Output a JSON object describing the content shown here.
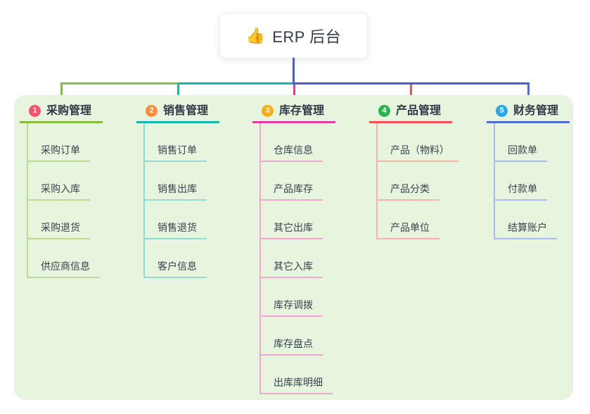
{
  "root": {
    "icon": "👍",
    "label": "ERP 后台"
  },
  "connector_color": "#4a5cd6",
  "panel_color": "#e7f5de",
  "text_colors": {
    "title": "#2f3947",
    "item": "#39424e",
    "root": "#333b48"
  },
  "branches": [
    {
      "number": "1",
      "label": "采购管理",
      "badge_color": "#f4536b",
      "line_color": "#84bd40",
      "child_line_color": "#b9dc92",
      "items": [
        "采购订单",
        "采购入库",
        "采购退货",
        "供应商信息"
      ]
    },
    {
      "number": "2",
      "label": "销售管理",
      "badge_color": "#fb8b3d",
      "line_color": "#17b7ab",
      "child_line_color": "#93dcd4",
      "items": [
        "销售订单",
        "销售出库",
        "销售退货",
        "客户信息"
      ]
    },
    {
      "number": "3",
      "label": "库存管理",
      "badge_color": "#fbae18",
      "line_color": "#dc3fa1",
      "child_line_color": "#f3a6cf",
      "items": [
        "仓库信息",
        "产品库存",
        "其它出库",
        "其它入库",
        "库存调拨",
        "库存盘点",
        "出库库明细"
      ]
    },
    {
      "number": "4",
      "label": "产品管理",
      "badge_color": "#2eb351",
      "line_color": "#f0534f",
      "child_line_color": "#f7b3ab",
      "items": [
        "产品（物料）",
        "产品分类",
        "产品单位"
      ]
    },
    {
      "number": "5",
      "label": "财务管理",
      "badge_color": "#2aa7e8",
      "line_color": "#4a6fd2",
      "child_line_color": "#a9bdea",
      "items": [
        "回款单",
        "付款单",
        "结算账户"
      ]
    }
  ]
}
